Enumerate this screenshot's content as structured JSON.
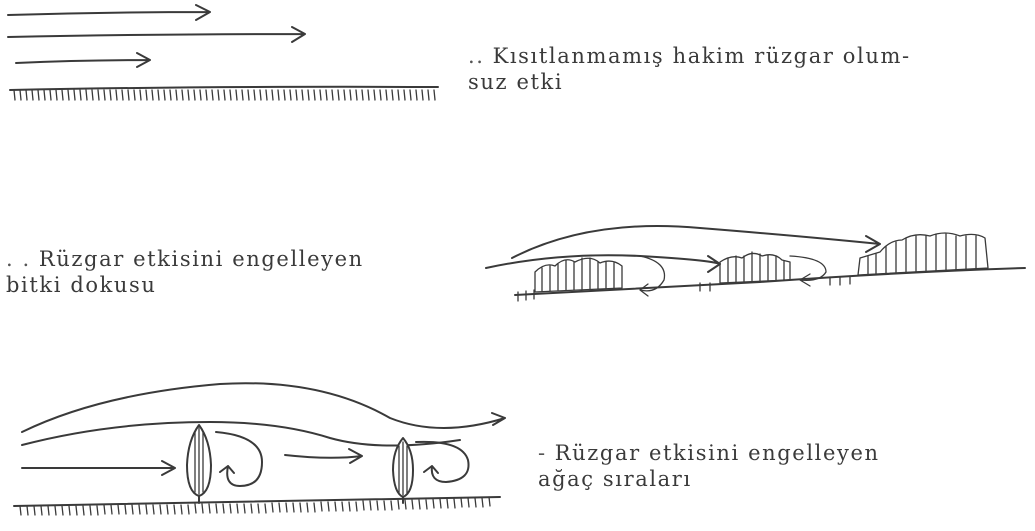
{
  "figures": [
    {
      "id": "unobstructed",
      "marker": "..",
      "line1": "Kısıtlanmamış hakim rüzgar olum-",
      "line2": "suz etki"
    },
    {
      "id": "vegetation",
      "marker": ". .",
      "line1": "Rüzgar etkisini engelleyen",
      "line2": "bitki dokusu"
    },
    {
      "id": "tree-rows",
      "marker": "-",
      "line1": "Rüzgar etkisini engelleyen",
      "line2": "ağaç sıraları"
    }
  ]
}
